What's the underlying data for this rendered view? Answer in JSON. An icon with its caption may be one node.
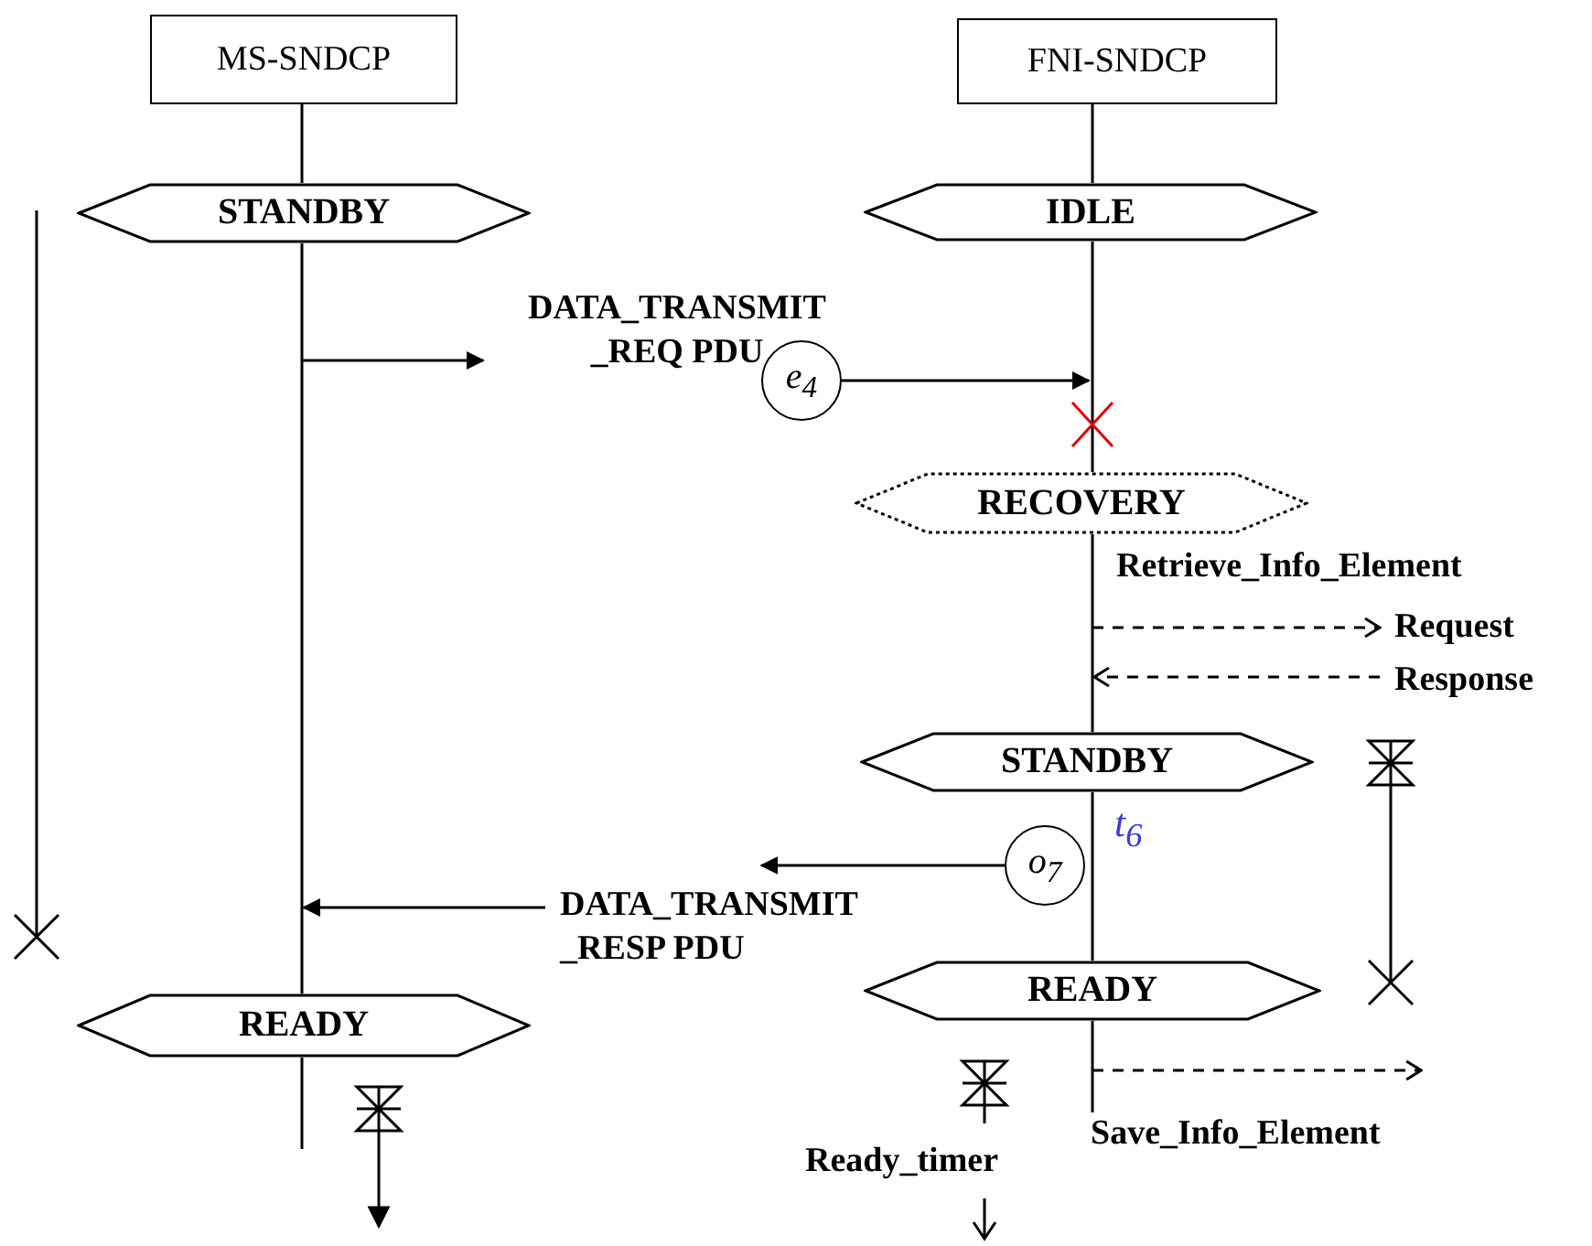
{
  "diagram": {
    "nodes": [
      {
        "text": [
          "MS-SNDCP"
        ]
      },
      {
        "text": [
          "FNI-SNDCP"
        ]
      },
      {
        "text": [
          "STANDBY"
        ]
      },
      {
        "text": [
          "IDLE"
        ]
      },
      {
        "text": [
          "e$_{4}$"
        ]
      },
      {
        "text": [
          "RECOVERY"
        ]
      },
      {
        "text": [
          "STANDBY"
        ]
      },
      {
        "text": [
          "o$_{7}$"
        ]
      },
      {
        "text": [
          "READY"
        ]
      },
      {
        "text": [
          "READY"
        ]
      },
      {
        "text": [
          "DATA_TRANSMIT _REQ PDU"
        ]
      },
      {
        "text": [
          "Request"
        ]
      },
      {
        "text": [
          "Response"
        ]
      },
      {
        "text": [
          "DATA_TRANSMIT _RESP PDU"
        ]
      },
      {
        "text": [
          "Save_Info_Element"
        ]
      }
    ],
    "edges": [
      {
        "from": 0,
        "to": 2,
        "arrow": "none"
      },
      {
        "from": 1,
        "to": 3,
        "arrow": "none"
      },
      {
        "from": 2,
        "to": 8,
        "arrow": "none"
      },
      {
        "from": 8,
        "to": null,
        "arrow": "none"
      },
      {
        "from": 3,
        "to": 5,
        "arrow": "none"
      },
      {
        "from": 5,
        "to": 6,
        "arrow": "none"
      },
      {
        "from": 6,
        "to": 9,
        "arrow": "none"
      },
      {
        "from": 9,
        "to": 14,
        "arrow": "none"
      },
      {
        "from": null,
        "to": 10,
        "arrow": "to"
      },
      {
        "from": 4,
        "to": 5,
        "arrow": "to"
      },
      {
        "from": null,
        "to": 11,
        "arrow": "to",
        "style": "dashed"
      },
      {
        "from": 12,
        "to": null,
        "arrow": "to",
        "style": "dashed"
      },
      {
        "from": 7,
        "to": 13,
        "arrow": "to"
      },
      {
        "from": 13,
        "to": null,
        "arrow": "to"
      },
      {
        "from": null,
        "to": 14,
        "arrow": "to",
        "style": "dashed"
      }
    ],
    "labels": [
      "Retrieve_Info_Element",
      "t$_{6}$",
      "Ready_timer"
    ]
  }
}
